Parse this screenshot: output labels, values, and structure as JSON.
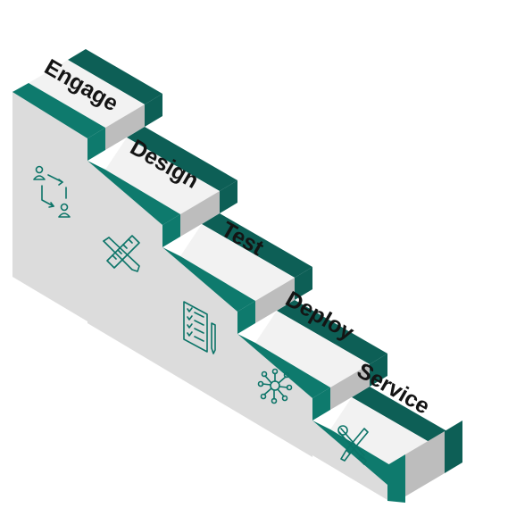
{
  "steps": [
    {
      "label": "Engage",
      "icon": "people-cycle-icon"
    },
    {
      "label": "Design",
      "icon": "pencil-ruler-icon"
    },
    {
      "label": "Test",
      "icon": "checklist-icon"
    },
    {
      "label": "Deploy",
      "icon": "network-hub-icon"
    },
    {
      "label": "Service",
      "icon": "wrench-screwdriver-icon"
    }
  ],
  "colors": {
    "teal_dark": "#0d5f56",
    "teal": "#0e7a6d",
    "top_face": "#f2f2f2",
    "side_face": "#bdbdbd",
    "front_face": "#dcdcdc",
    "icon": "#0c7468"
  }
}
